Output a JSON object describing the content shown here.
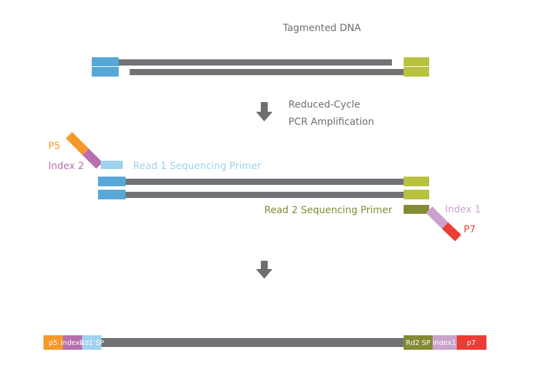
{
  "title": "Tagmented DNA",
  "step1": {
    "line1": "Reduced-Cycle",
    "line2": "PCR Amplification"
  },
  "labels": {
    "p5": "P5",
    "index2": "Index 2",
    "read1": "Read 1 Sequencing Primer",
    "read2": "Read 2 Sequencing Primer",
    "index1": "Index 1",
    "p7": "P7"
  },
  "final_segments": [
    "p5",
    "Index2",
    "Rd1 SP",
    "Rd2 SP",
    "Index1",
    "p7"
  ],
  "colors": {
    "strand": "#717275",
    "adapter_blue": "#57a7d9",
    "adapter_green": "#b9c23f",
    "p5": "#f7982a",
    "index2": "#b86fae",
    "read1": "#9ed2ee",
    "read2": "#858a34",
    "index1": "#c9a3cc",
    "p7": "#ec3d35",
    "text": "#6d6e70"
  }
}
